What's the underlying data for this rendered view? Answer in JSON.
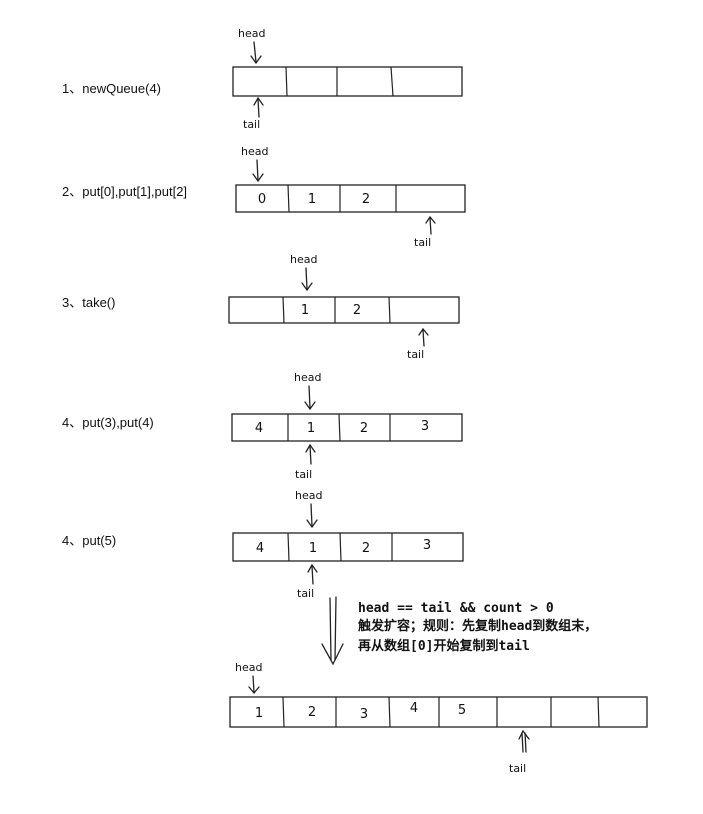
{
  "pointer_labels": {
    "head": "head",
    "tail": "tail"
  },
  "steps": [
    {
      "label": "1、newQueue(4)",
      "cells": [
        "",
        "",
        "",
        ""
      ]
    },
    {
      "label": "2、put[0],put[1],put[2]",
      "cells": [
        "0",
        "1",
        "2",
        ""
      ]
    },
    {
      "label": "3、take()",
      "cells": [
        "",
        "1",
        "2",
        ""
      ]
    },
    {
      "label": "4、put(3),put(4)",
      "cells": [
        "4",
        "1",
        "2",
        "3"
      ]
    },
    {
      "label": "4、put(5)",
      "cells": [
        "4",
        "1",
        "2",
        "3"
      ]
    }
  ],
  "expanded": {
    "cells": [
      "1",
      "2",
      "3",
      "4",
      "5",
      "",
      "",
      ""
    ]
  },
  "note": {
    "line1": "head == tail && count > 0",
    "line2": "触发扩容；规则：先复制head到数组末，",
    "line3": "再从数组[0]开始复制到tail"
  }
}
